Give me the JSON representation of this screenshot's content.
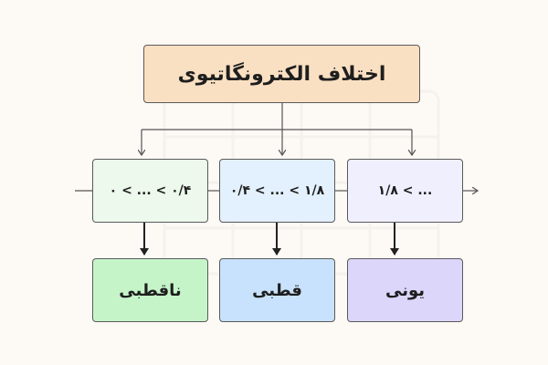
{
  "colors": {
    "background": "#fdf9f5",
    "title_fill": "#fae0c2",
    "range_nonpolar_fill": "#ecf9ec",
    "range_polar_fill": "#e3f0fd",
    "range_ionic_fill": "#f0effe",
    "cat_nonpolar_fill": "#c6f4c9",
    "cat_polar_fill": "#c8e1fc",
    "cat_ionic_fill": "#dcd6fa",
    "line": "#555555"
  },
  "title": "اختلاف الکترونگاتیوی",
  "ranges": {
    "nonpolar": "۰ < ... < ۰/۴",
    "polar": "۰/۴ < ... < ۱/۸",
    "ionic": "۱/۸ < ..."
  },
  "categories": {
    "nonpolar": "ناقطبی",
    "polar": "قطبی",
    "ionic": "یونی"
  }
}
